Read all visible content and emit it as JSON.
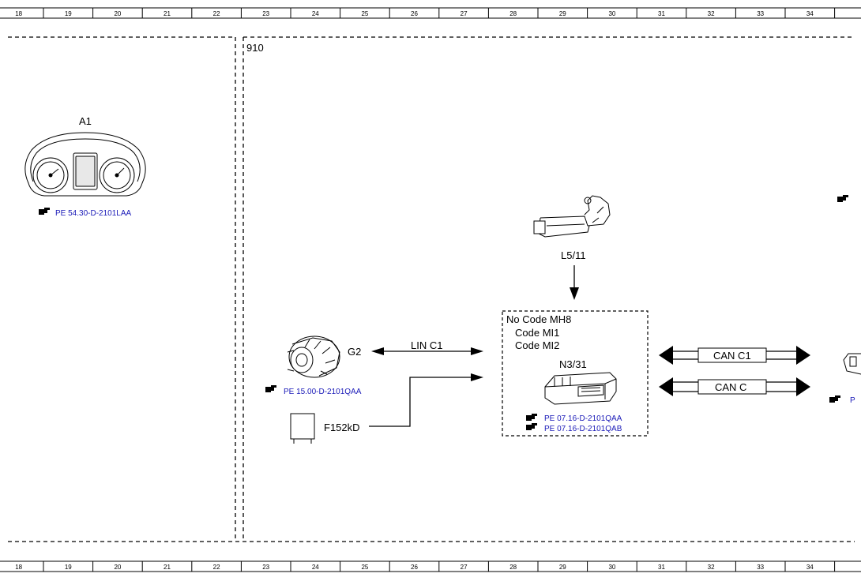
{
  "ruler": {
    "labels": [
      "18",
      "19",
      "20",
      "21",
      "22",
      "23",
      "24",
      "25",
      "26",
      "27",
      "28",
      "29",
      "30",
      "31",
      "32",
      "33",
      "34"
    ]
  },
  "section": {
    "number": "910"
  },
  "components": {
    "a1": {
      "label": "A1",
      "ref": "PE 54.30-D-2101LAA"
    },
    "l5_11": {
      "label": "L5/11"
    },
    "g2": {
      "label": "G2",
      "ref": "PE 15.00-D-2101QAA"
    },
    "f152kd": {
      "label": "F152kD"
    },
    "n3_31": {
      "label": "N3/31",
      "codes": [
        "No Code MH8",
        "Code MI1",
        "Code MI2"
      ],
      "refs": [
        "PE 07.16-D-2101QAA",
        "PE 07.16-D-2101QAB"
      ]
    },
    "right_partial": {
      "ref": "P"
    }
  },
  "connections": {
    "lin": "LIN C1",
    "can1": "CAN C1",
    "can2": "CAN C"
  },
  "icons": {
    "reference": "pointing-hand-icon"
  }
}
